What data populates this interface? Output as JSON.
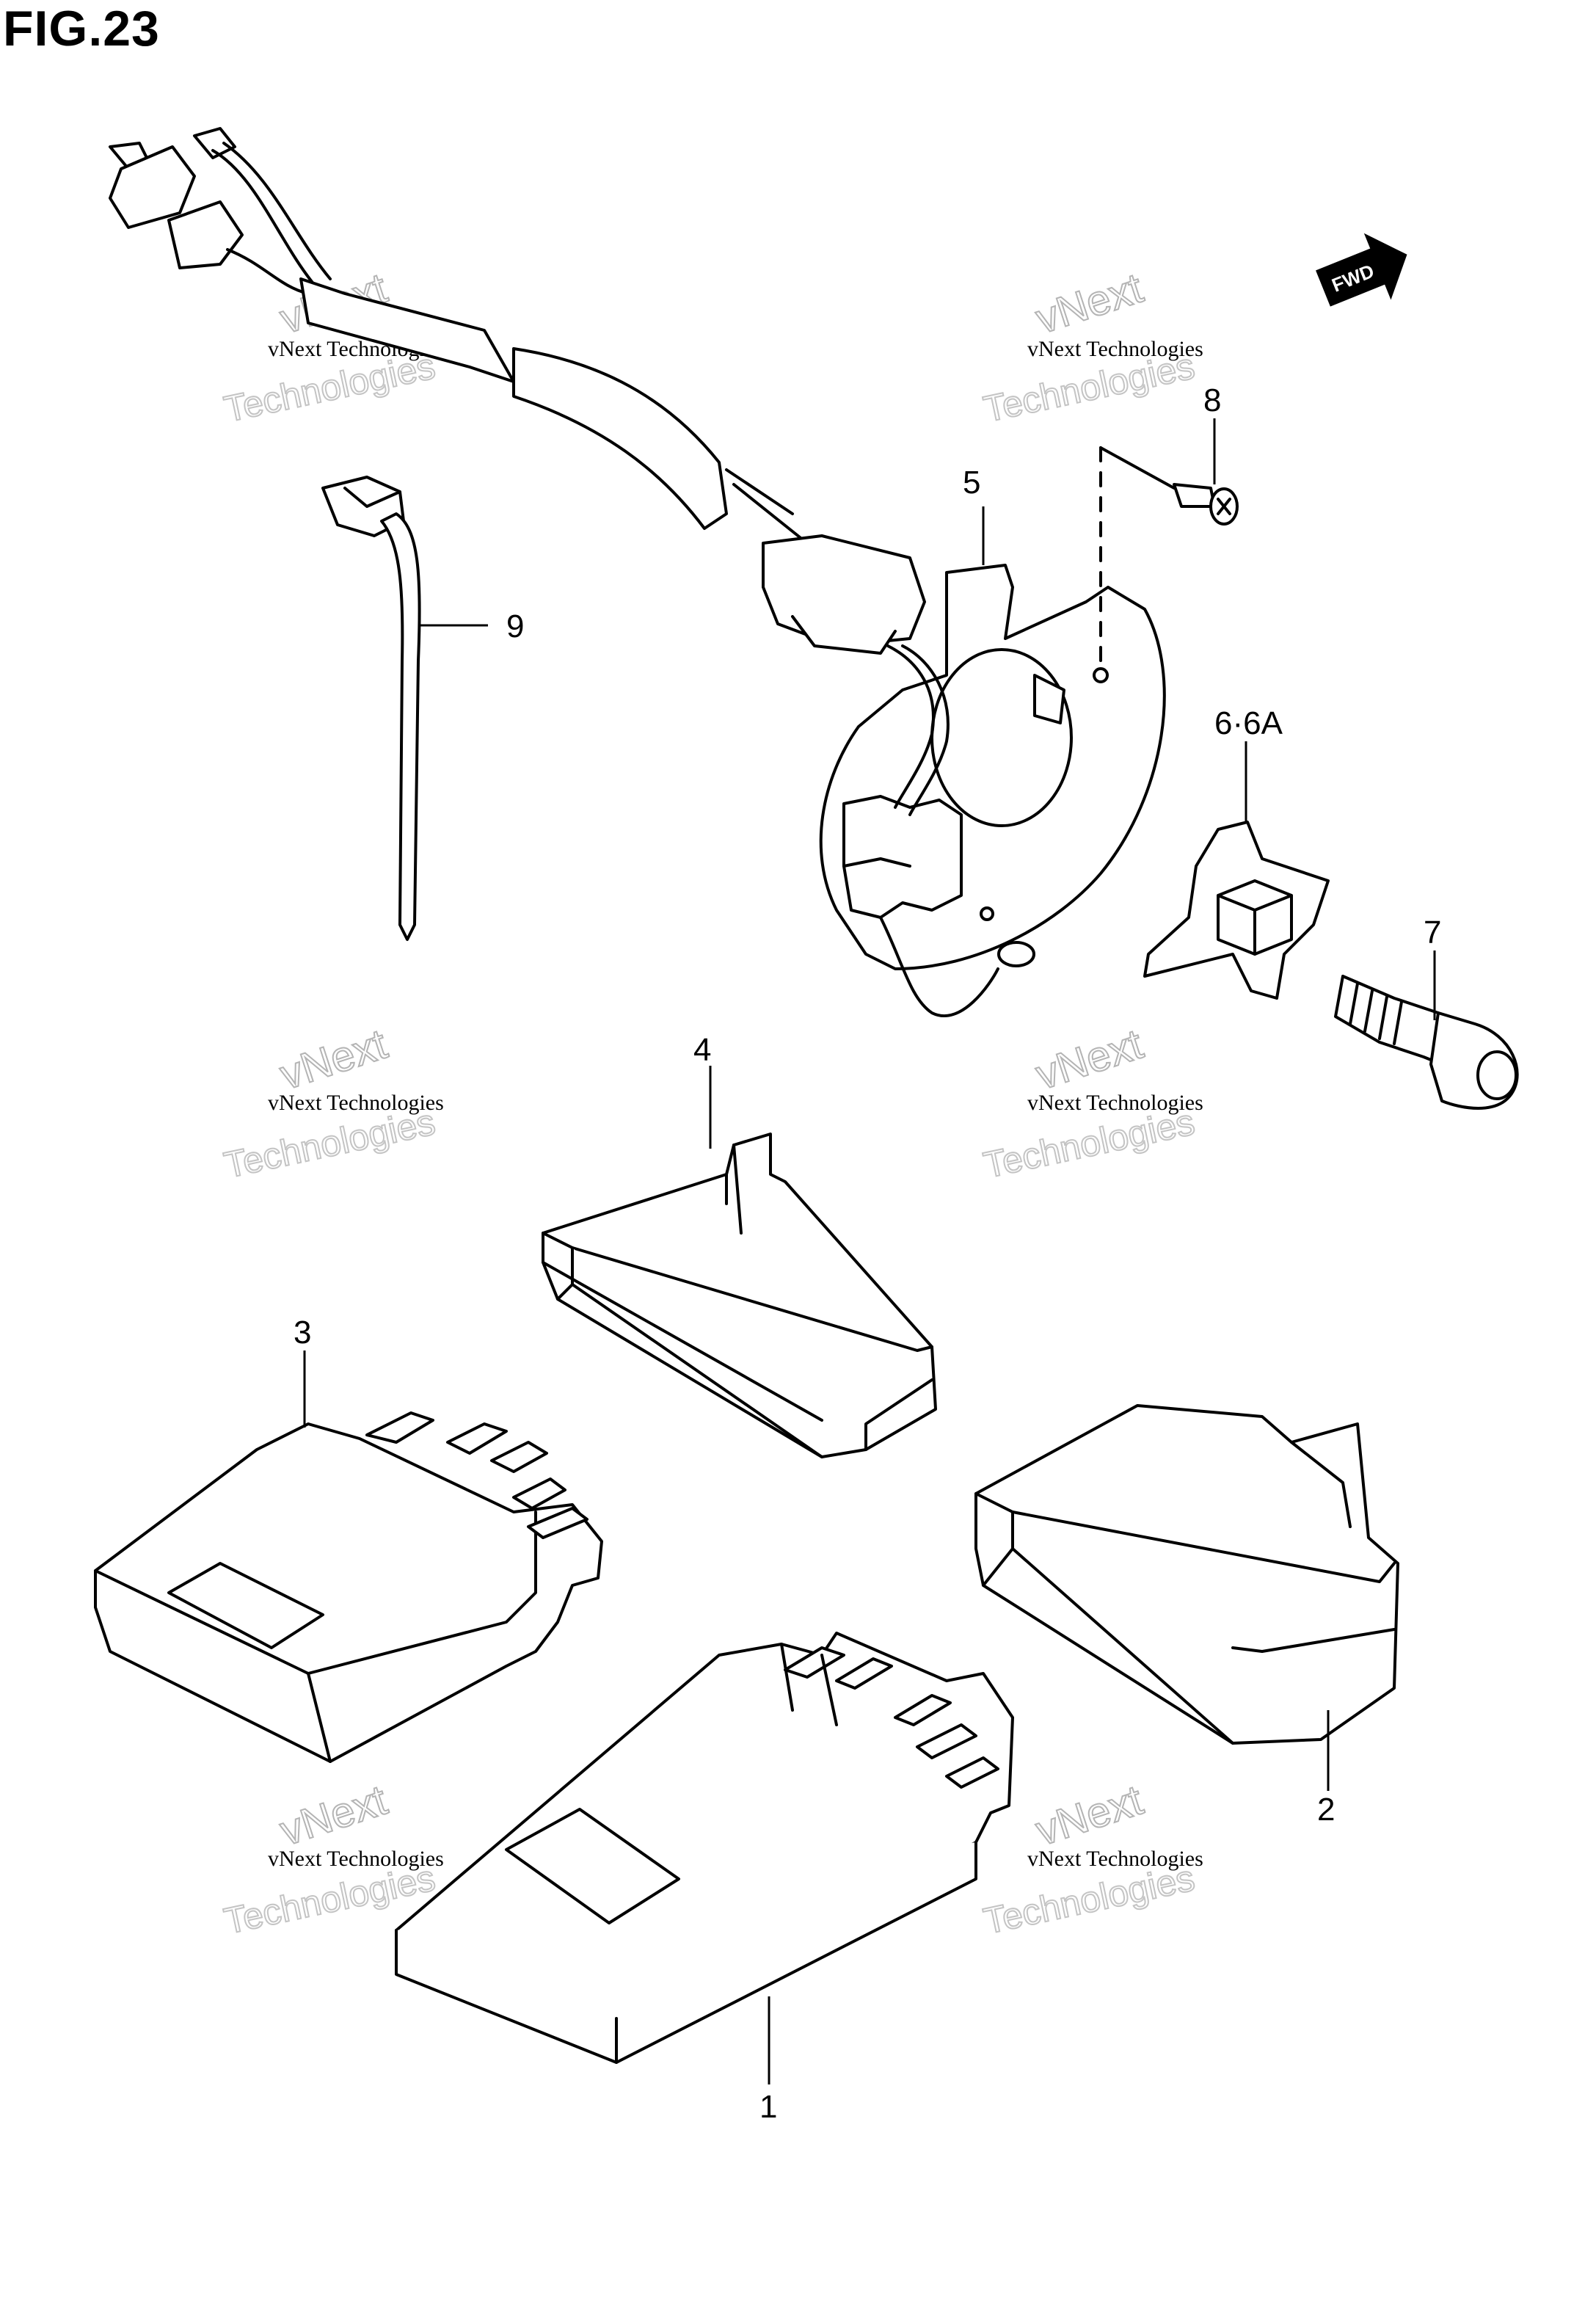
{
  "figure": {
    "title": "FIG.23"
  },
  "direction_badge": {
    "label": "FWD",
    "icon": "forward-arrow-icon"
  },
  "callouts": [
    "1",
    "2",
    "3",
    "4",
    "5",
    "6·6A",
    "7",
    "8",
    "9"
  ],
  "watermark": {
    "line1": "vNext Technologies",
    "line2": "vNext",
    "line3": "Technologies"
  }
}
